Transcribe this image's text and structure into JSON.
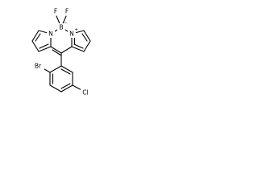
{
  "molecule": {
    "atoms": {
      "f_left": "F",
      "f_right": "F",
      "boron": "B",
      "boron_charge": "−",
      "nitrogen_left": "N",
      "nitrogen_right": "N",
      "nitrogen_right_charge": "+",
      "bromine": "Br",
      "chlorine": "Cl"
    }
  }
}
